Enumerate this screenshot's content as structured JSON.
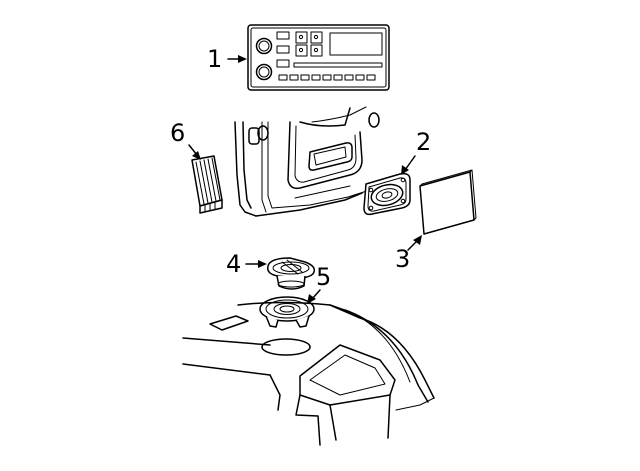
{
  "callouts": [
    {
      "id": "1",
      "part": "radio-receiver"
    },
    {
      "id": "2",
      "part": "door-speaker"
    },
    {
      "id": "3",
      "part": "speaker-grille-panel"
    },
    {
      "id": "4",
      "part": "rear-speaker"
    },
    {
      "id": "5",
      "part": "speaker-mount-ring"
    },
    {
      "id": "6",
      "part": "amplifier-module"
    }
  ]
}
